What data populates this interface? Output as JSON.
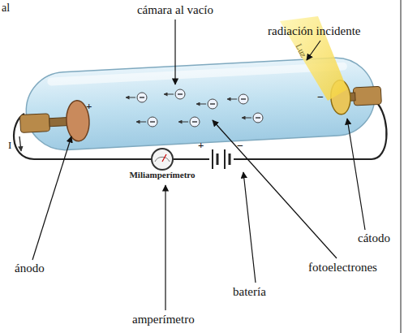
{
  "diagram": {
    "labels": [
      "al",
      "cámara al vacío",
      "radiación incidente",
      "Luz",
      "+",
      "−",
      "Miliamperímetro",
      "+",
      "−",
      "I",
      "cátodo",
      "ánodo",
      "fotoelectrones",
      "batería",
      "amperímetro"
    ]
  }
}
